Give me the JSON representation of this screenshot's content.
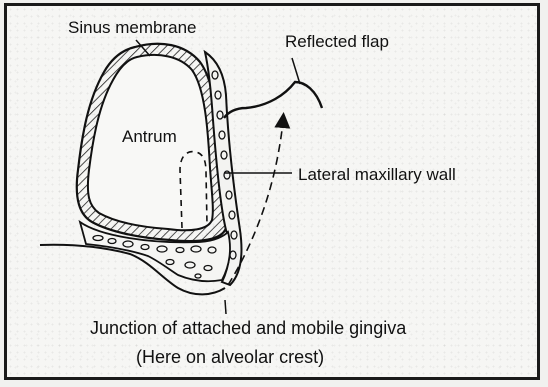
{
  "labels": {
    "sinus_membrane": "Sinus membrane",
    "reflected_flap": "Reflected flap",
    "antrum": "Antrum",
    "lateral_wall": "Lateral maxillary wall",
    "junction": "Junction of attached and mobile gingiva",
    "junction_note": "(Here on alveolar crest)"
  }
}
